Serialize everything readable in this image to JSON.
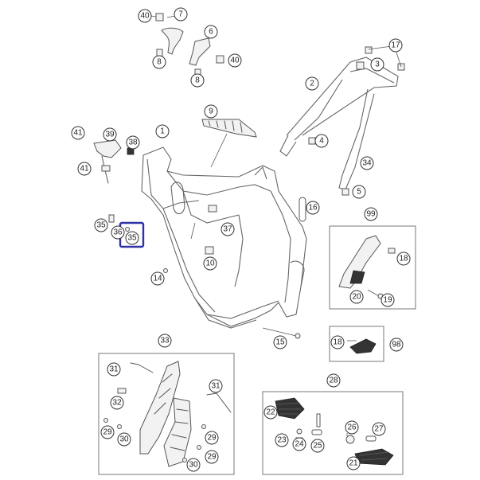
{
  "diagram": {
    "highlight_color": "#2e33a6",
    "callouts": [
      {
        "label": "40"
      },
      {
        "label": "7"
      },
      {
        "label": "6"
      },
      {
        "label": "8"
      },
      {
        "label": "40"
      },
      {
        "label": "8"
      },
      {
        "label": "17"
      },
      {
        "label": "3"
      },
      {
        "label": "2"
      },
      {
        "label": "1"
      },
      {
        "label": "9"
      },
      {
        "label": "41"
      },
      {
        "label": "39"
      },
      {
        "label": "38"
      },
      {
        "label": "41"
      },
      {
        "label": "4"
      },
      {
        "label": "34"
      },
      {
        "label": "5"
      },
      {
        "label": "16"
      },
      {
        "label": "99"
      },
      {
        "label": "35"
      },
      {
        "label": "36"
      },
      {
        "label": "35"
      },
      {
        "label": "37"
      },
      {
        "label": "10"
      },
      {
        "label": "18"
      },
      {
        "label": "14"
      },
      {
        "label": "20"
      },
      {
        "label": "19"
      },
      {
        "label": "15"
      },
      {
        "label": "18"
      },
      {
        "label": "98"
      },
      {
        "label": "33"
      },
      {
        "label": "31"
      },
      {
        "label": "31"
      },
      {
        "label": "32"
      },
      {
        "label": "29"
      },
      {
        "label": "30"
      },
      {
        "label": "29"
      },
      {
        "label": "30"
      },
      {
        "label": "29"
      },
      {
        "label": "28"
      },
      {
        "label": "22"
      },
      {
        "label": "26"
      },
      {
        "label": "27"
      },
      {
        "label": "23"
      },
      {
        "label": "24"
      },
      {
        "label": "25"
      },
      {
        "label": "21"
      }
    ]
  }
}
